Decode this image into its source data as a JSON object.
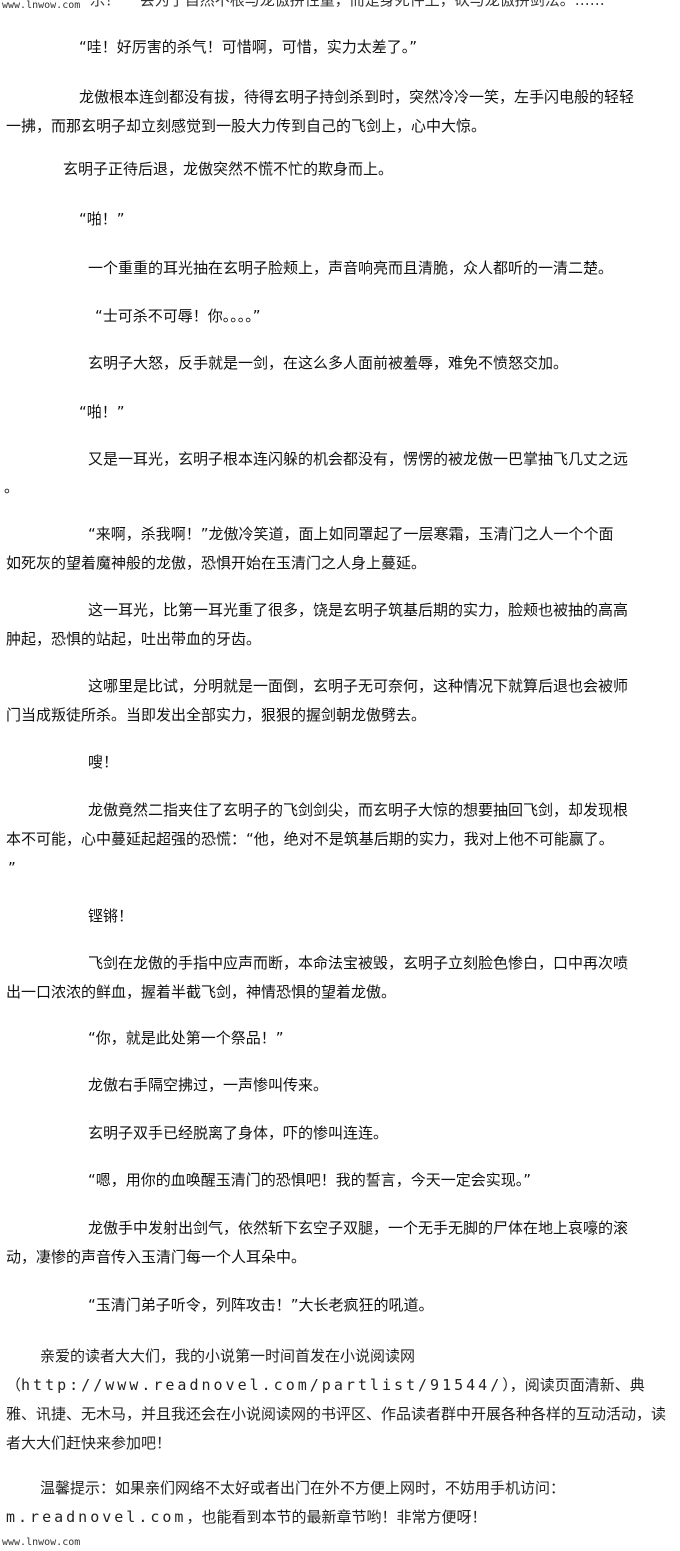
{
  "watermark": {
    "top": "www.lnwow.com",
    "bottom": "www.lnwow.com"
  },
  "clipped_top_line": "乐！ 一会为了自然不根与龙傲拼性童，而是身死件上，砍与龙傲拼剑法。……",
  "paragraphs": [
    "“哇！好厉害的杀气！可惜啊，可惜，实力太差了。”",
    "龙傲根本连剑都没有拔，待得玄明子持剑杀到时，突然冷冷一笑，左手闪电般的轻轻",
    "一拂，而那玄明子却立刻感觉到一股大力传到自己的飞剑上，心中大惊。",
    "玄明子正待后退，龙傲突然不慌不忙的欺身而上。",
    "“啪！”",
    "一个重重的耳光抽在玄明子脸颊上，声音响亮而且清脆，众人都听的一清二楚。",
    "“士可杀不可辱！你。。。。”",
    "玄明子大怒，反手就是一剑，在这么多人面前被羞辱，难免不愤怒交加。",
    "“啪！”",
    "又是一耳光，玄明子根本连闪躲的机会都没有，愣愣的被龙傲一巴掌抽飞几丈之远",
    "。",
    "“来啊，杀我啊！”龙傲冷笑道，面上如同罩起了一层寒霜，玉清门之人一个个面",
    "如死灰的望着魔神般的龙傲，恐惧开始在玉清门之人身上蔓延。",
    "这一耳光，比第一耳光重了很多，饶是玄明子筑基后期的实力，脸颊也被抽的高高",
    "肿起，恐惧的站起，吐出带血的牙齿。",
    "这哪里是比试，分明就是一面倒，玄明子无可奈何，这种情况下就算后退也会被师",
    "门当成叛徒所杀。当即发出全部实力，狠狠的握剑朝龙傲劈去。",
    "嗖！",
    "龙傲竟然二指夹住了玄明子的飞剑剑尖，而玄明子大惊的想要抽回飞剑，却发现根",
    "本不可能，心中蔓延起超强的恐慌：“他，绝对不是筑基后期的实力，我对上他不可能赢了。",
    "”",
    "铿锵！",
    "飞剑在龙傲的手指中应声而断，本命法宝被毁，玄明子立刻脸色惨白，口中再次喷",
    "出一口浓浓的鲜血，握着半截飞剑，神情恐惧的望着龙傲。",
    "“你，就是此处第一个祭品！”",
    "龙傲右手隔空拂过，一声惨叫传来。",
    "玄明子双手已经脱离了身体，吓的惨叫连连。",
    "“嗯，用你的血唤醒玉清门的恐惧吧！我的誓言，今天一定会实现。”",
    "龙傲手中发射出剑气，依然斩下玄空子双腿，一个无手无脚的尸体在地上哀嚎的滚",
    "动，凄惨的声音传入玉清门每一个人耳朵中。",
    "“玉清门弟子听令，列阵攻击！”大长老疯狂的吼道。"
  ],
  "footer": {
    "notice_1_pre": "亲爱的读者大大们，我的小说第一时间首发在小说阅读网（",
    "notice_1_url": "http://www.readnovel.com/partlist/91544/",
    "notice_1_post": "），阅读页面清新、典雅、讯捷、无木马，并且我还会在小说阅读网的书评区、作品读者群中开展各种各样的互动活动，读者大大们赶快来参加吧！",
    "notice_2_pre": "温馨提示：如果亲们网络不太好或者出门在外不方便上网时，不妨用手机访问：",
    "notice_2_url": "m.readnovel.com",
    "notice_2_post": "，也能看到本节的最新章节哟！非常方便呀！"
  }
}
